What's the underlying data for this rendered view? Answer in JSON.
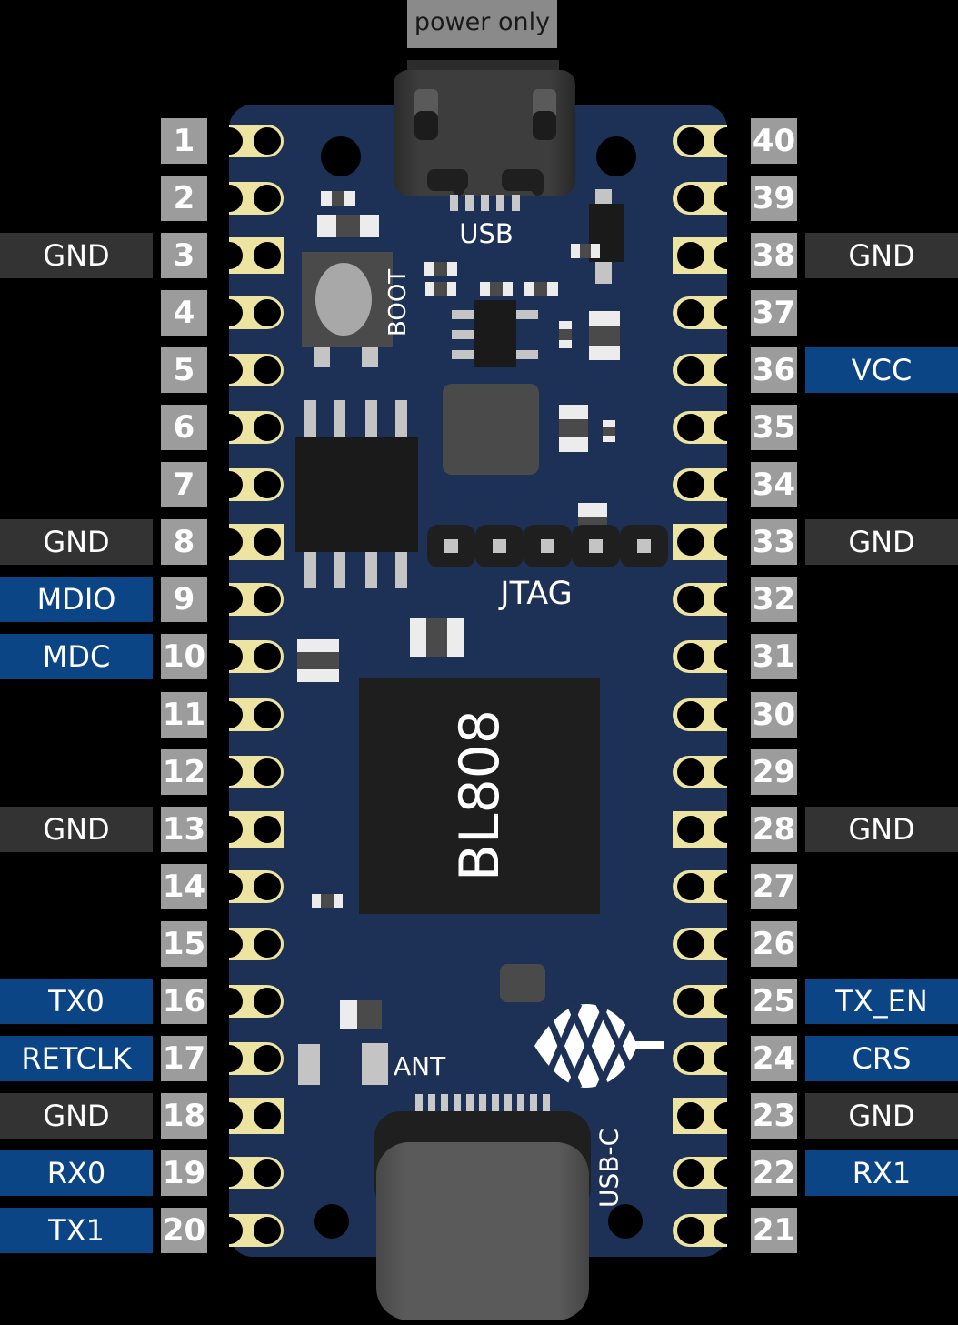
{
  "annotations": {
    "power_note": "power only",
    "usb_label": "USB",
    "boot_label": "BOOT",
    "jtag_label": "JTAG",
    "chip_label": "BL808",
    "ant_label": "ANT",
    "usbc_label": "USB-C"
  },
  "colors": {
    "background": "#000000",
    "pcb": "#1d3156",
    "pad_yellow": "#ede4a1",
    "badge_gray": "#9c9c9c",
    "label_gnd": "#333333",
    "label_signal": "#0c4586",
    "silkscreen": "#ffffff"
  },
  "pins": {
    "left": [
      {
        "num": "1"
      },
      {
        "num": "2"
      },
      {
        "num": "3",
        "label": "GND",
        "type": "gnd"
      },
      {
        "num": "4"
      },
      {
        "num": "5"
      },
      {
        "num": "6"
      },
      {
        "num": "7"
      },
      {
        "num": "8",
        "label": "GND",
        "type": "gnd"
      },
      {
        "num": "9",
        "label": "MDIO",
        "type": "signal"
      },
      {
        "num": "10",
        "label": "MDC",
        "type": "signal"
      },
      {
        "num": "11"
      },
      {
        "num": "12"
      },
      {
        "num": "13",
        "label": "GND",
        "type": "gnd"
      },
      {
        "num": "14"
      },
      {
        "num": "15"
      },
      {
        "num": "16",
        "label": "TX0",
        "type": "signal"
      },
      {
        "num": "17",
        "label": "RETCLK",
        "type": "signal"
      },
      {
        "num": "18",
        "label": "GND",
        "type": "gnd"
      },
      {
        "num": "19",
        "label": "RX0",
        "type": "signal"
      },
      {
        "num": "20",
        "label": "TX1",
        "type": "signal"
      }
    ],
    "right": [
      {
        "num": "40"
      },
      {
        "num": "39"
      },
      {
        "num": "38",
        "label": "GND",
        "type": "gnd"
      },
      {
        "num": "37"
      },
      {
        "num": "36",
        "label": "VCC",
        "type": "signal"
      },
      {
        "num": "35"
      },
      {
        "num": "34"
      },
      {
        "num": "33",
        "label": "GND",
        "type": "gnd"
      },
      {
        "num": "32"
      },
      {
        "num": "31"
      },
      {
        "num": "30"
      },
      {
        "num": "29"
      },
      {
        "num": "28",
        "label": "GND",
        "type": "gnd"
      },
      {
        "num": "27"
      },
      {
        "num": "26"
      },
      {
        "num": "25",
        "label": "TX_EN",
        "type": "signal"
      },
      {
        "num": "24",
        "label": "CRS",
        "type": "signal"
      },
      {
        "num": "23",
        "label": "GND",
        "type": "gnd"
      },
      {
        "num": "22",
        "label": "RX1",
        "type": "signal"
      },
      {
        "num": "21"
      }
    ]
  }
}
